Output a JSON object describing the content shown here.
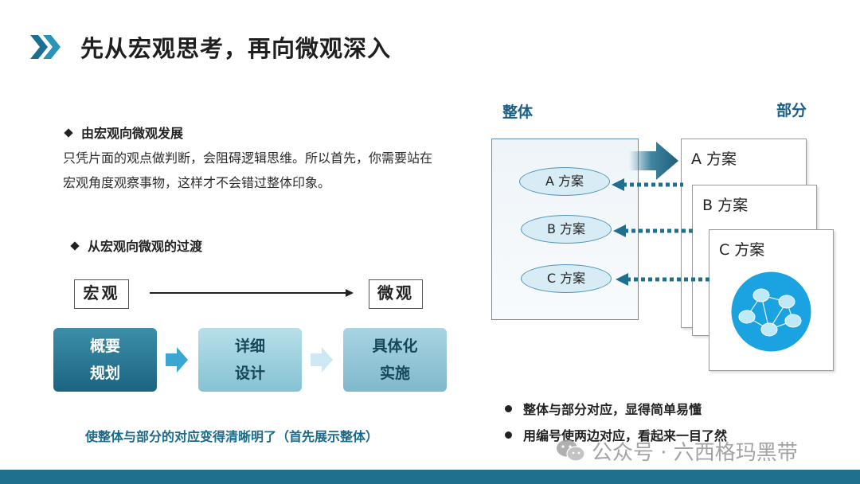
{
  "title": "先从宏观思考，再向微观深入",
  "left": {
    "bullet1": {
      "heading": "由宏观向微观发展",
      "text": "只凭片面的观点做判断，会阻碍逻辑思维。所以首先，你需要站在宏观角度观察事物，这样才不会错过整体印象。"
    },
    "bullet2": {
      "heading": "从宏观向微观的过渡"
    },
    "macro": "宏观",
    "micro": "微观",
    "steps": [
      {
        "line1": "概要",
        "line2": "规划"
      },
      {
        "line1": "详细",
        "line2": "设计"
      },
      {
        "line1": "具体化",
        "line2": "实施"
      }
    ],
    "caption": "使整体与部分的对应变得清晰明了（首先展示整体）"
  },
  "right": {
    "whole_label": "整体",
    "part_label": "部分",
    "ovals": [
      "A 方案",
      "B 方案",
      "C 方案"
    ],
    "cards": [
      "A 方案",
      "B 方案",
      "C 方案"
    ],
    "bullets": [
      "整体与部分对应，显得简单易懂",
      "用编号使两边对应，看起来一目了然"
    ]
  },
  "watermark": "公众号 · 六西格玛黑带",
  "colors": {
    "accent": "#1f6f8f",
    "dark_step": "#1b6482",
    "label": "#1a5e86",
    "circle": "#1aa3e0"
  }
}
